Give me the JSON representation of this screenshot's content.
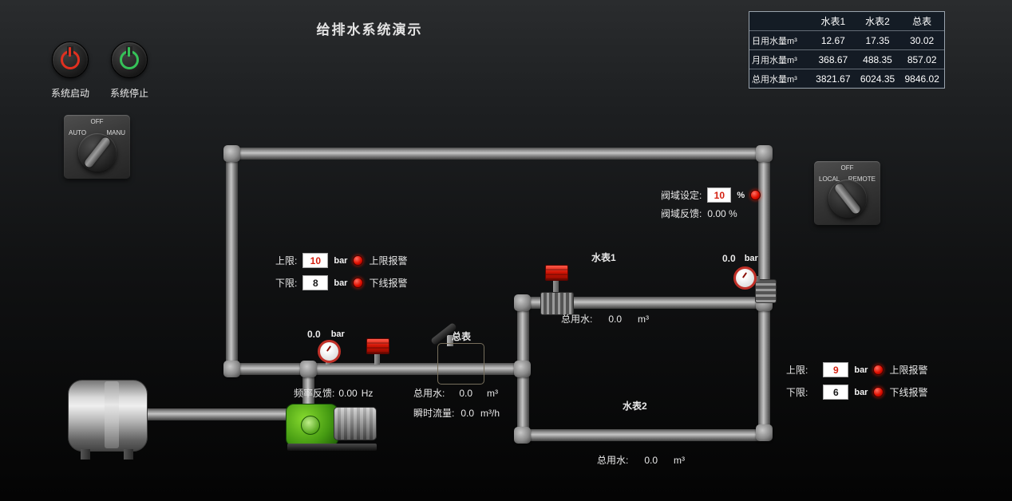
{
  "title": "给排水系统演示",
  "buttons": {
    "start": "系统启动",
    "stop": "系统停止"
  },
  "switches": {
    "auto_manu": {
      "top": "OFF",
      "left": "AUTO",
      "right": "MANU"
    },
    "local_remote": {
      "top": "OFF",
      "left": "LOCAL",
      "right": "REMOTE"
    }
  },
  "usage_table": {
    "headers": [
      "水表1",
      "水表2",
      "总表"
    ],
    "rows": [
      {
        "label": "日用水量m³",
        "v1": "12.67",
        "v2": "17.35",
        "v3": "30.02"
      },
      {
        "label": "月用水量m³",
        "v1": "368.67",
        "v2": "488.35",
        "v3": "857.02"
      },
      {
        "label": "总用水量m³",
        "v1": "3821.67",
        "v2": "6024.35",
        "v3": "9846.02"
      }
    ]
  },
  "valve": {
    "set_label": "阀域设定:",
    "set_value": "10",
    "set_unit": "%",
    "fb_label": "阀域反馈:",
    "fb_value": "0.00 %"
  },
  "limits_left": {
    "upper_label": "上限:",
    "upper_value": "10",
    "upper_unit": "bar",
    "upper_alarm": "上限报警",
    "lower_label": "下限:",
    "lower_value": "8",
    "lower_unit": "bar",
    "lower_alarm": "下线报警"
  },
  "limits_right": {
    "upper_label": "上限:",
    "upper_value": "9",
    "upper_unit": "bar",
    "upper_alarm": "上限报警",
    "lower_label": "下限:",
    "lower_value": "6",
    "lower_unit": "bar",
    "lower_alarm": "下线报警"
  },
  "gauge_left": {
    "value": "0.0",
    "unit": "bar"
  },
  "gauge_right": {
    "value": "0.0",
    "unit": "bar"
  },
  "total_meter": {
    "name": "总表",
    "usage_label": "总用水:",
    "usage_value": "0.0",
    "usage_unit": "m³",
    "flow_label": "瞬时流量:",
    "flow_value": "0.0",
    "flow_unit": "m³/h"
  },
  "frequency": {
    "label": "频率反馈:",
    "value": "0.00",
    "unit": "Hz"
  },
  "meter1": {
    "name": "水表1",
    "usage_label": "总用水:",
    "usage_value": "0.0",
    "usage_unit": "m³"
  },
  "meter2": {
    "name": "水表2",
    "usage_label": "总用水:",
    "usage_value": "0.0",
    "usage_unit": "m³"
  }
}
